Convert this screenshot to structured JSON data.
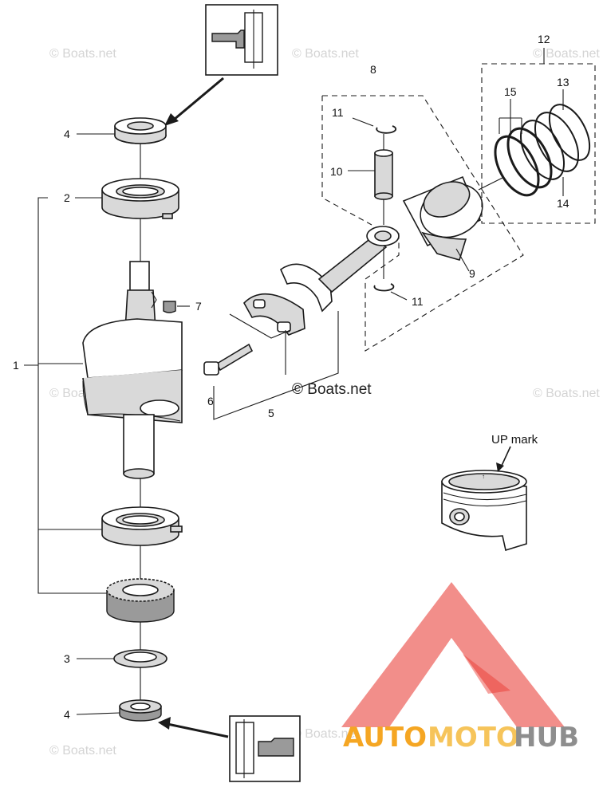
{
  "callouts": {
    "c1": "1",
    "c2": "2",
    "c3": "3",
    "c4_top": "4",
    "c4_bottom": "4",
    "c5": "5",
    "c6": "6",
    "c7": "7",
    "c8": "8",
    "c9": "9",
    "c10": "10",
    "c11_top": "11",
    "c11_bottom": "11",
    "c12": "12",
    "c13": "13",
    "c14": "14",
    "c15": "15"
  },
  "up_mark_label": "UP mark",
  "copyright": "© Boats.net",
  "watermarks": {
    "w1": "© Boats.net",
    "w2": "© Boats.net",
    "w3": "© Boats.net",
    "w4": "© Boats.net",
    "w5": "© Boats.net",
    "w6": "© Boats.net",
    "w7": "© Boats.net"
  },
  "logo": {
    "part1": "AUTO",
    "part2": "MOTO",
    "part3": "HUB"
  },
  "colors": {
    "logo_red": "#e8322a",
    "logo_orange": "#f5a623",
    "logo_gray": "#8e8e8e"
  }
}
